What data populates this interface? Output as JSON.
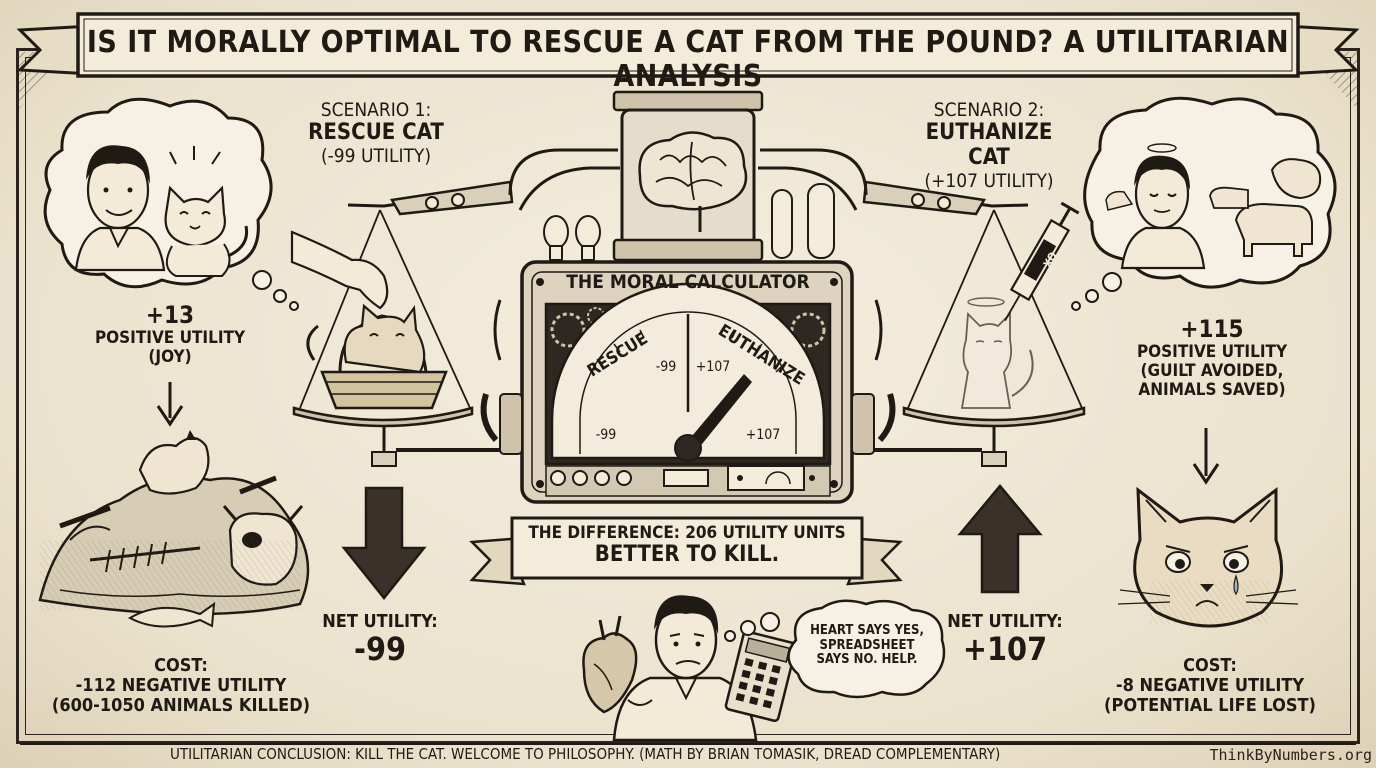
{
  "title": "IS IT MORALLY OPTIMAL TO RESCUE A CAT FROM THE POUND? A UTILITARIAN ANALYSIS",
  "scenario1": {
    "heading_line1": "SCENARIO 1:",
    "heading_line2": "RESCUE CAT",
    "heading_line3": "(-99 UTILITY)",
    "benefit_value": "+13",
    "benefit_line1": "POSITIVE UTILITY",
    "benefit_line2": "(JOY)",
    "cost_label": "COST:",
    "cost_line1": "-112 NEGATIVE UTILITY",
    "cost_line2": "(600-1050 ANIMALS KILLED)",
    "net_label": "NET UTILITY:",
    "net_value": "-99"
  },
  "scenario2": {
    "heading_line1": "SCENARIO 2:",
    "heading_line2": "EUTHANIZE CAT",
    "heading_line3": "(+107 UTILITY)",
    "benefit_value": "+115",
    "benefit_line1": "POSITIVE UTILITY",
    "benefit_line2": "(GUILT AVOIDED,",
    "benefit_line3": "ANIMALS SAVED)",
    "cost_label": "COST:",
    "cost_line1": "-8 NEGATIVE UTILITY",
    "cost_line2": "(POTENTIAL LIFE LOST)",
    "net_label": "NET UTILITY:",
    "net_value": "+107"
  },
  "calculator": {
    "title": "THE MORAL CALCULATOR",
    "dial_left_label": "RESCUE",
    "dial_right_label": "EUTHANIZE",
    "dial_left_top": "-99",
    "dial_right_top": "+107",
    "dial_left_bottom": "-99",
    "dial_right_bottom": "+107",
    "syringe_label": "XO"
  },
  "banner": {
    "line1": "THE DIFFERENCE: 206 UTILITY UNITS",
    "line2": "BETTER TO KILL."
  },
  "speech_bubble": {
    "line1": "HEART SAYS YES,",
    "line2": "SPREADSHEET",
    "line3": "SAYS NO. HELP."
  },
  "footer": {
    "conclusion": "UTILITARIAN CONCLUSION: KILL THE CAT. WELCOME TO PHILOSOPHY. (MATH BY BRIAN TOMASIK, DREAD COMPLEMENTARY)",
    "site": "ThinkByNumbers.org"
  },
  "colors": {
    "paper": "#efe7d6",
    "ink": "#1f1a14"
  }
}
